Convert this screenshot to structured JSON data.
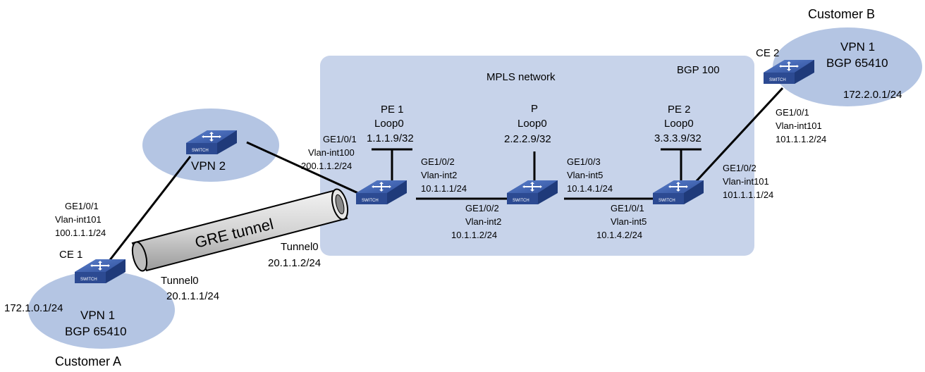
{
  "mpls": {
    "title": "MPLS network",
    "bgp": "BGP 100"
  },
  "customer_a": {
    "title": "Customer A",
    "vpn": "VPN 1",
    "bgp": "BGP 65410",
    "prefix": "172.1.0.1/24"
  },
  "customer_b": {
    "title": "Customer B",
    "vpn": "VPN 1",
    "bgp": "BGP 65410",
    "prefix": "172.2.0.1/24"
  },
  "vpn2": {
    "label": "VPN 2"
  },
  "device_text": "SWITCH",
  "devices": {
    "ce1": {
      "name": "CE 1",
      "port": "GE1/0/1",
      "vlan": "Vlan-int101",
      "ip": "100.1.1.1/24",
      "tunnel_if": "Tunnel0",
      "tunnel_ip": "20.1.1.1/24"
    },
    "pe1": {
      "name": "PE 1",
      "loop": "Loop0",
      "loop_ip": "1.1.1.9/32",
      "up_port": "GE1/0/1",
      "up_vlan": "Vlan-int100",
      "up_ip": "200.1.1.2/24",
      "down_port": "GE1/0/2",
      "down_vlan": "Vlan-int2",
      "down_ip": "10.1.1.1/24",
      "tunnel_if": "Tunnel0",
      "tunnel_ip": "20.1.1.2/24"
    },
    "p": {
      "name": "P",
      "loop": "Loop0",
      "loop_ip": "2.2.2.9/32",
      "left_port": "GE1/0/2",
      "left_vlan": "Vlan-int2",
      "left_ip": "10.1.1.2/24",
      "right_port": "GE1/0/3",
      "right_vlan": "Vlan-int5",
      "right_ip": "10.1.4.1/24"
    },
    "pe2": {
      "name": "PE 2",
      "loop": "Loop0",
      "loop_ip": "3.3.3.9/32",
      "left_port": "GE1/0/1",
      "left_vlan": "Vlan-int5",
      "left_ip": "10.1.4.2/24",
      "right_port": "GE1/0/2",
      "right_vlan": "Vlan-int101",
      "right_ip": "101.1.1.1/24"
    },
    "ce2": {
      "name": "CE 2",
      "port": "GE1/0/1",
      "vlan": "Vlan-int101",
      "ip": "101.1.1.2/24"
    }
  },
  "tunnel": {
    "label": "GRE tunnel"
  },
  "colors": {
    "mpls_fill": "#c7d3ea",
    "site_fill": "#b4c5e3",
    "switch_blue": "#3f63b3",
    "tunnel_fill": "#d8d8d8"
  }
}
